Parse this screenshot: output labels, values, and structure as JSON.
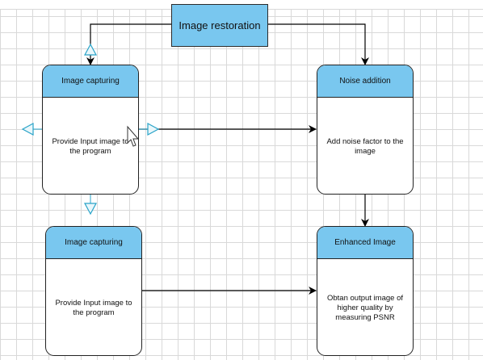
{
  "diagram": {
    "root": {
      "label": "Image restoration"
    },
    "nodes": [
      {
        "title": "Image capturing",
        "body": "Provide Input image to the program"
      },
      {
        "title": "Noise addition",
        "body": "Add noise factor to the image"
      },
      {
        "title": "Image capturing",
        "body": "Provide Input image to the program"
      },
      {
        "title": "Enhanced Image",
        "body": "Obtan output image of higher quality by measuring PSNR"
      }
    ],
    "edges": [
      {
        "from": "Image restoration",
        "to": "Image capturing"
      },
      {
        "from": "Image restoration",
        "to": "Noise addition"
      },
      {
        "from": "Image capturing",
        "to": "Noise addition"
      },
      {
        "from": "Noise addition",
        "to": "Enhanced Image"
      },
      {
        "from": "Image capturing",
        "to": "Enhanced Image"
      }
    ]
  },
  "colors": {
    "node_header": "#79c7ef",
    "connector": "#000000",
    "selection_handle": "#29a3c8",
    "grid": "#d9d9d9"
  },
  "icons": [
    "mouse-cursor-icon",
    "connection-arrow-handle-icon"
  ]
}
